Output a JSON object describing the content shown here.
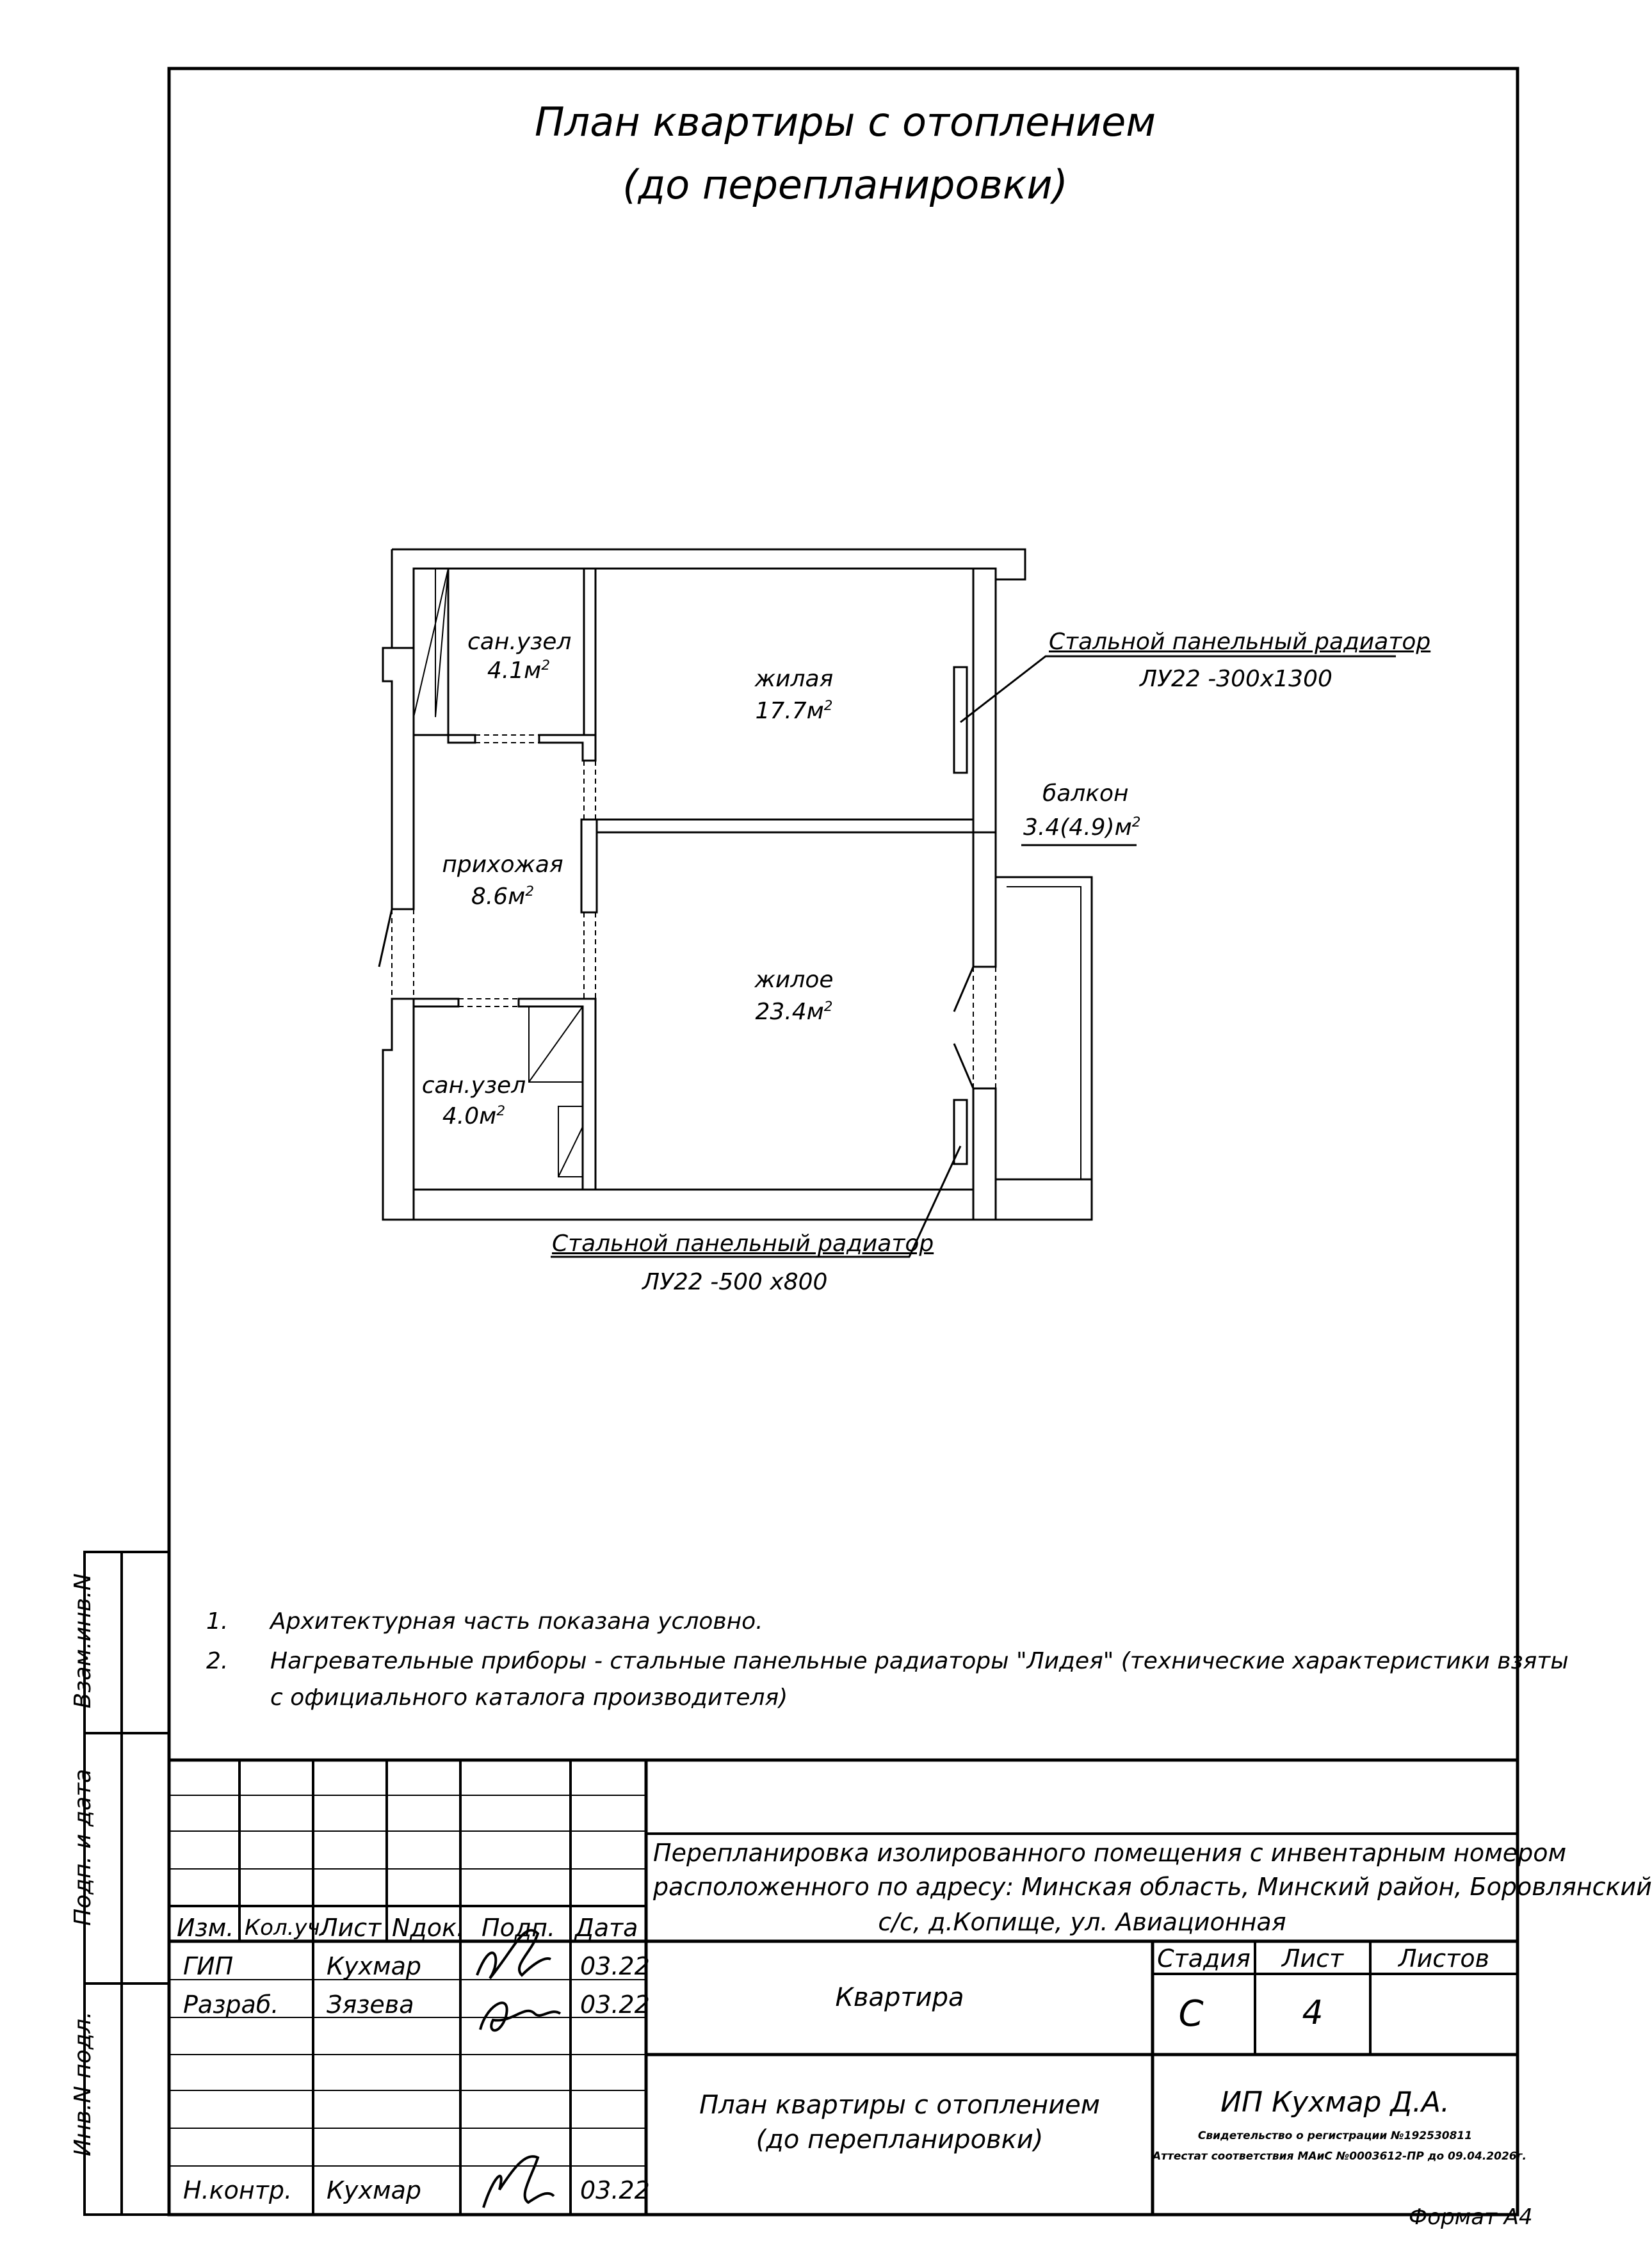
{
  "drawing": {
    "title_line1": "План квартиры с отоплением",
    "title_line2": "(до перепланировки)"
  },
  "rooms": [
    {
      "id": "bath1",
      "name": "сан.узел",
      "area": "4.1м",
      "sup": "2"
    },
    {
      "id": "living1",
      "name": "жилая",
      "area": "17.7м",
      "sup": "2"
    },
    {
      "id": "hall",
      "name": "прихожая",
      "area": "8.6м",
      "sup": "2"
    },
    {
      "id": "living2",
      "name": "жилое",
      "area": "23.4м",
      "sup": "2"
    },
    {
      "id": "bath2",
      "name": "сан.узел",
      "area": "4.0м",
      "sup": "2"
    },
    {
      "id": "balcony",
      "name": "балкон",
      "area": "3.4(4.9)м",
      "sup": "2"
    }
  ],
  "callouts": [
    {
      "title": "Стальной панельный радиатор",
      "spec": "ЛУ22 -300х1300"
    },
    {
      "title": "Стальной панельный радиатор",
      "spec": "ЛУ22 -500 х800"
    }
  ],
  "notes": [
    {
      "num": "1.",
      "text": "Архитектурная часть показана условно."
    },
    {
      "num": "2.",
      "text": "Нагревательные приборы - стальные панельные радиаторы \"Лидея\" (технические характеристики взяты"
    },
    {
      "num": "",
      "text": "с официального каталога производителя)"
    }
  ],
  "side_stamp": {
    "vzam": "Взам.инв.N",
    "podp": "Подп. и дата",
    "inv": "Инв.N подл."
  },
  "title_block": {
    "headers": {
      "izm": "Изм.",
      "kolch": "Кол.уч.",
      "list": "Лист",
      "ndok": "Nдок.",
      "podp": "Подп.",
      "data": "Дата"
    },
    "people": [
      {
        "role": "ГИП",
        "name": "Кухмар",
        "date": "03.22"
      },
      {
        "role": "Разраб.",
        "name": "Зязева",
        "date": "03.22"
      },
      {
        "role": "Н.контр.",
        "name": "Кухмар",
        "date": "03.22"
      }
    ],
    "project_line1": "Перепланировка изолированного помещения с инвентарным номером",
    "project_line2": "расположенного по адресу: Минская область, Минский район, Боровлянский",
    "project_line3": "с/с, д.Копище, ул. Авиационная",
    "object": "Квартира",
    "stage_label": "Стадия",
    "sheet_label": "Лист",
    "sheets_label": "Листов",
    "stage": "С",
    "sheet": "4",
    "sheets": "",
    "sheet_title1": "План квартиры с отоплением",
    "sheet_title2": "(до перепланировки)",
    "company": "ИП Кухмар Д.А.",
    "company_line2": "Свидетельство о регистрации №192530811",
    "company_line3": "Аттестат соответствия МАиС №0003612-ПР до 09.04.2026г."
  },
  "format": "Формат А4"
}
